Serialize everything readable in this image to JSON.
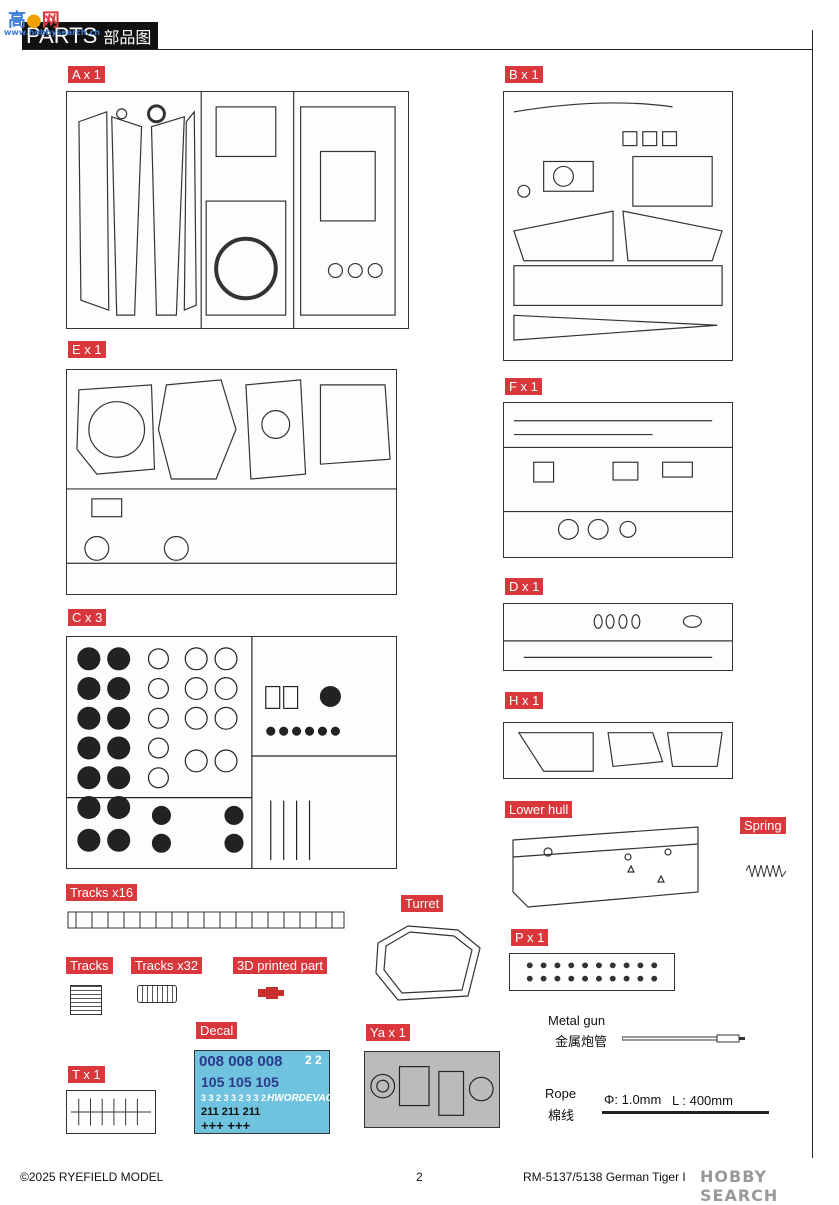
{
  "header": {
    "title": "PARTS",
    "title_cn": "部品图"
  },
  "watermark_top": {
    "site": "网",
    "url": "www.hobbysearch.cn"
  },
  "labels": {
    "a": "A x 1",
    "b": "B x 1",
    "e": "E x 1",
    "f": "F x 1",
    "c": "C x 3",
    "d": "D x 1",
    "h": "H x 1",
    "lower_hull": "Lower hull",
    "spring": "Spring",
    "tracks_x16": "Tracks x16",
    "turret": "Turret",
    "p": "P x 1",
    "tracks": "Tracks",
    "tracks_x32": "Tracks x32",
    "printed": "3D printed part",
    "decal": "Decal",
    "ya": "Ya x 1",
    "t": "T x 1"
  },
  "metal_gun": {
    "label": "Metal gun",
    "label_cn": "金属炮管"
  },
  "rope": {
    "label": "Rope",
    "label_cn": "棉线",
    "diameter": "Φ: 1.0mm",
    "length": "L : 400mm"
  },
  "decal_sheet": {
    "row1": "008 008 008",
    "row1_small": "2 2",
    "row2": "105 105 105",
    "row3": "3 3 2  3 3 2  3 3 2",
    "script": "HWORDEVAC",
    "row4": "211  211  211",
    "crosses": "+++ +++"
  },
  "footer": {
    "copyright": "©2025 RYEFIELD MODEL",
    "page": "2",
    "product": "RM-5137/5138 German Tiger I"
  },
  "watermark_bottom": "HOBBY SEARCH",
  "colors": {
    "label_red": "#d9373b",
    "decal_blue": "#6fc3df",
    "decal_text": "#2a3a8a",
    "part_red": "#c8302e"
  }
}
